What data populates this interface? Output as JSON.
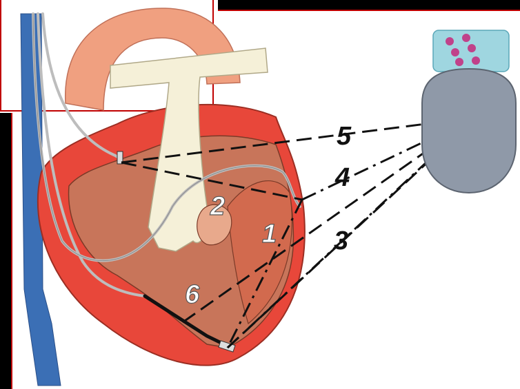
{
  "labels": {
    "n1": "1",
    "n2": "2",
    "n3": "3",
    "n4": "4",
    "n5": "5",
    "n6": "6"
  },
  "colors": {
    "heart_outer": "#e8473a",
    "heart_inner": "#c8755a",
    "aorta": "#f0a080",
    "vessel_cream": "#f5f0d8",
    "vein_blue": "#3b6fb5",
    "lead_gray": "#bdbdbd",
    "device_body": "#8f99a8",
    "device_header": "#9fd6e0",
    "header_port": "#c0428a",
    "frame_red": "#c00000"
  },
  "icons": [
    "heart-illustration",
    "pacemaker-device-icon",
    "pacing-lead-icon"
  ]
}
